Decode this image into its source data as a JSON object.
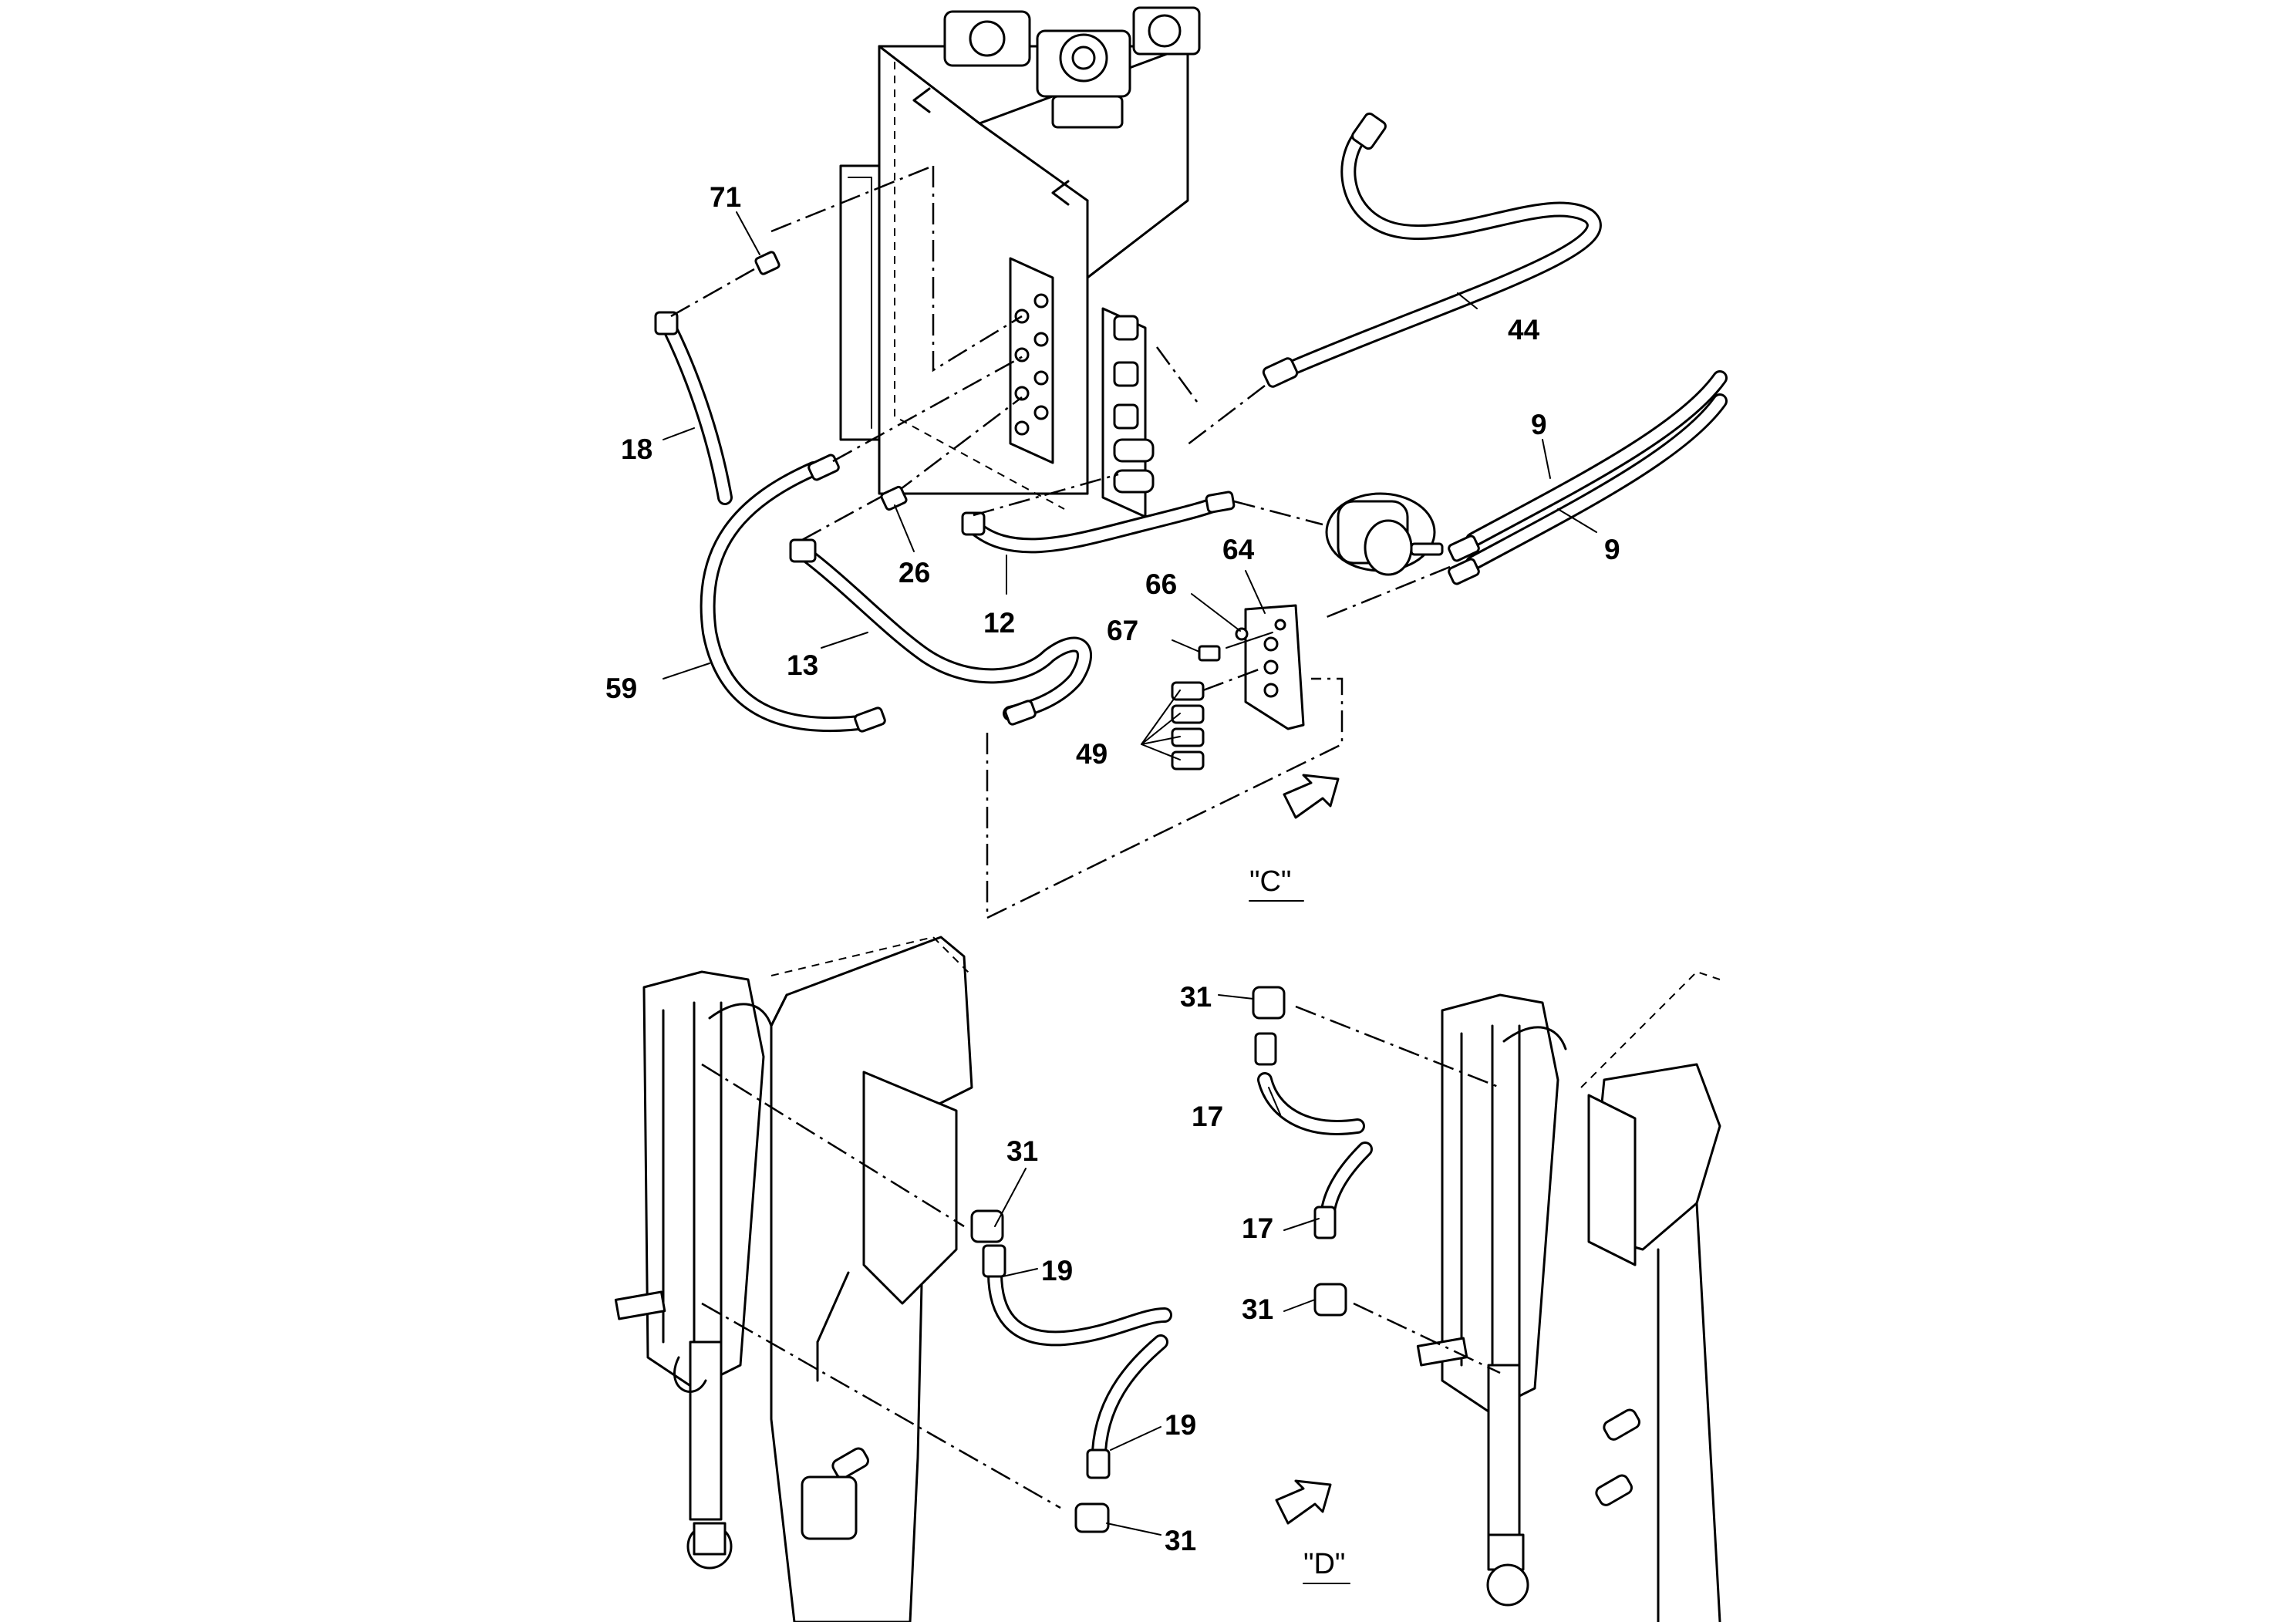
{
  "callouts": {
    "c71": "71",
    "c18": "18",
    "c44": "44",
    "c9a": "9",
    "c9b": "9",
    "c64": "64",
    "c66": "66",
    "c67": "67",
    "c26": "26",
    "c12": "12",
    "c13": "13",
    "c59": "59",
    "c49": "49",
    "c31a": "31",
    "c31b": "31",
    "c31c": "31",
    "c31d": "31",
    "c17a": "17",
    "c17b": "17",
    "c19a": "19",
    "c19b": "19"
  },
  "views": {
    "c": "\"C\"",
    "d": "\"D\""
  }
}
